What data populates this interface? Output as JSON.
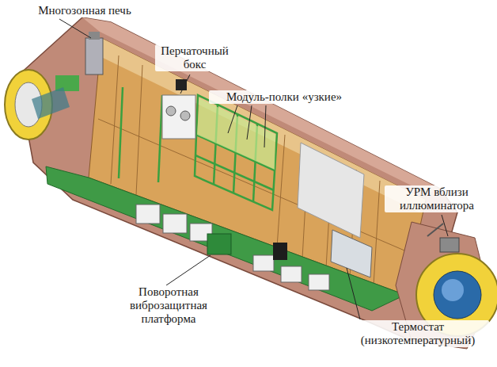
{
  "diagram": {
    "labels": [
      "Многозонная печь",
      "Перчаточный бокс",
      "Модуль-полки «узкие»",
      "УРМ вблизи иллюминатора",
      "Поворотная виброзащитная платформа",
      "Термостат (низкотемпературный)"
    ]
  }
}
